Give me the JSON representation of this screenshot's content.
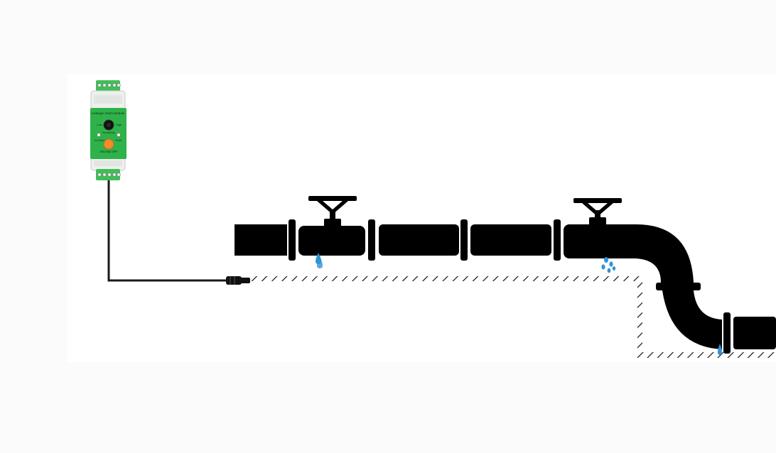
{
  "module": {
    "title": "Leakage Alarm Module",
    "knob_left": "Low",
    "knob_right": "High",
    "knob_label": "Sensitivity",
    "led_left": "ALARM",
    "led_right": "RUN",
    "button_label": "SOUND OFF"
  },
  "colors": {
    "background": "#fcfbfb",
    "module_green": "#2eb34a",
    "terminal_green": "#3fbf56",
    "module_body": "#eef0ee",
    "pipe": "#000000",
    "water": "#2f93d6",
    "button_orange": "#f5892b"
  },
  "icons": {
    "valve_wheel": "valve-handwheel-icon",
    "water_drop": "water-drop-icon",
    "cable_connector": "connector-icon"
  }
}
